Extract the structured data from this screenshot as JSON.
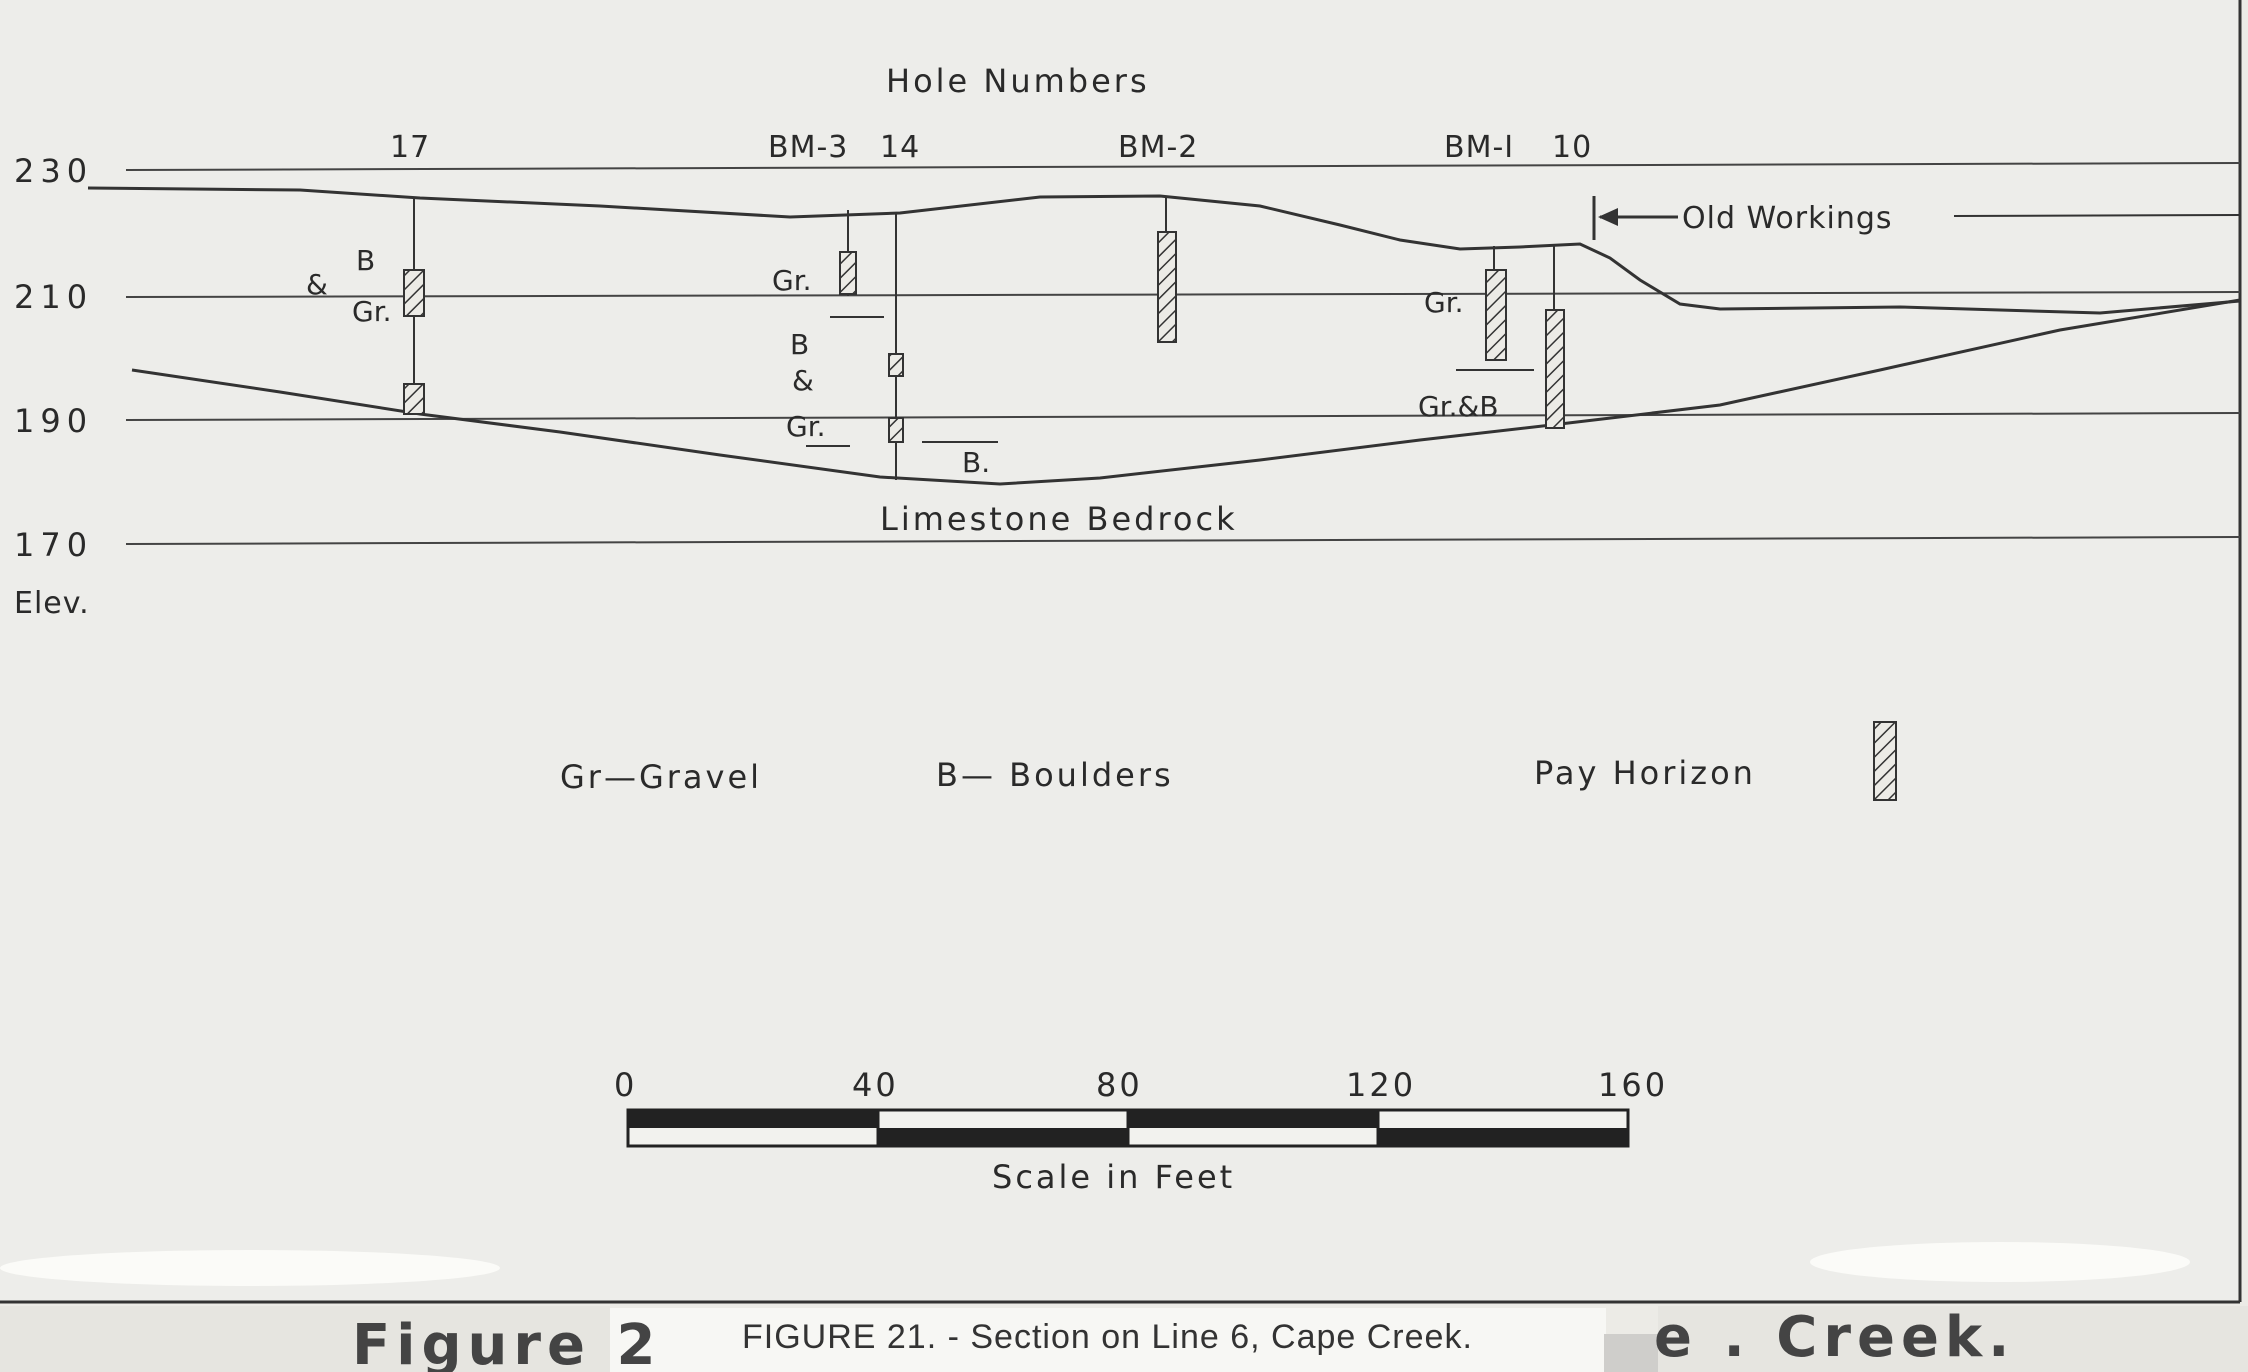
{
  "diagram": {
    "header": "Hole Numbers",
    "holes": [
      {
        "id": "hole-17",
        "label": "17"
      },
      {
        "id": "hole-bm3",
        "label": "BM-3"
      },
      {
        "id": "hole-14",
        "label": "14"
      },
      {
        "id": "hole-bm2",
        "label": "BM-2"
      },
      {
        "id": "hole-bm1",
        "label": "BM-I"
      },
      {
        "id": "hole-10",
        "label": "10"
      }
    ],
    "elevations": [
      "230",
      "210",
      "190",
      "170"
    ],
    "elev_label": "Elev.",
    "old_workings": "Old Workings",
    "bedrock": "Limestone Bedrock",
    "annotations": {
      "gr": "Gr.",
      "b": "B",
      "amp": "&",
      "b_dot": "B.",
      "gr_and_b": "Gr.&B"
    },
    "legend": {
      "gravel": "Gr—Gravel",
      "boulders": "B— Boulders",
      "pay": "Pay  Horizon"
    },
    "scale": {
      "ticks": [
        "0",
        "40",
        "80",
        "120",
        "160"
      ],
      "label": "Scale in Feet"
    },
    "caption": "FIGURE 21. - Section on Line 6, Cape Creek.",
    "fragment_left": "Figure 2",
    "fragment_right": "e . Creek."
  }
}
